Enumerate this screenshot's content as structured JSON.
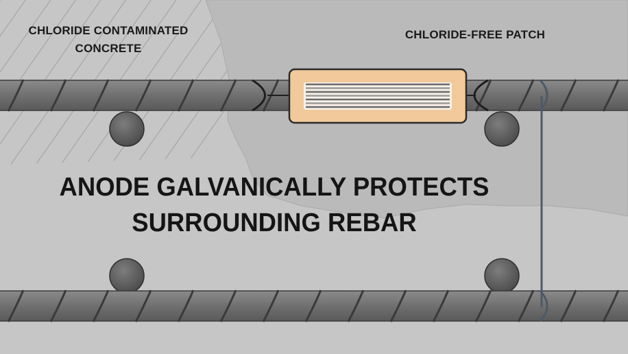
{
  "labels": {
    "chloride_contaminated": "CHLORIDE CONTAMINATED CONCRETE",
    "chloride_free_patch": "CHLORIDE-FREE PATCH"
  },
  "caption": {
    "line1": "ANODE GALVANICALLY PROTECTS",
    "line2": "SURROUNDING REBAR"
  },
  "colors": {
    "old_concrete": "#c6c6c6",
    "patch_concrete": "#bdbdbd",
    "hatch": "#8e8e8e",
    "rebar": "#6f6f6f",
    "rebar_dark": "#3a3a3a",
    "anode_body": "#f1c99a",
    "anode_border": "#2a2a2a",
    "tie_wire": "#4d5a66"
  },
  "icons": [
    "rebar",
    "galvanic-anode",
    "tie-wire",
    "cross-bar"
  ]
}
